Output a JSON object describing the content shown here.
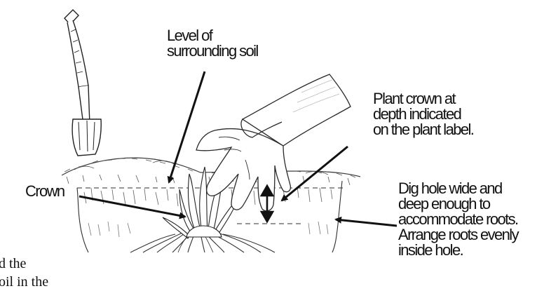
{
  "labels": {
    "soil_level": "Level of\nsurrounding soil",
    "plant_crown": "Plant crown at\ndepth indicated\non the plant label.",
    "crown": "Crown",
    "dig_hole": "Dig hole wide and\ndeep enough to\naccommodate roots.\nArrange roots evenly\ninside hole."
  },
  "body_text": {
    "line1": "d the",
    "line2": "oil in the"
  },
  "colors": {
    "ink": "#111111",
    "soil": "#555555",
    "glove": "#2a2a2a"
  },
  "illustration": {
    "objects": [
      "trowel",
      "gloved-hand",
      "soil-mound",
      "planting-hole",
      "plant-crown",
      "roots"
    ]
  }
}
